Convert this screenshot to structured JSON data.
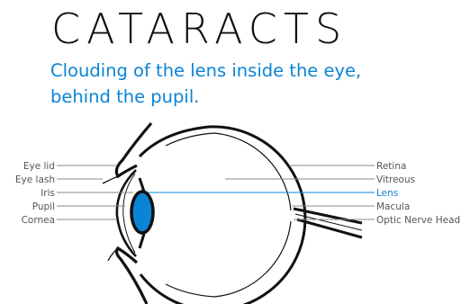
{
  "title": "CATARACTS",
  "subtitle_line1": "Clouding of the lens inside the eye,",
  "subtitle_line2": "behind the pupil.",
  "highlight_color": "#0a85d6",
  "labels_left": [
    "Eye lid",
    "Eye lash",
    "Iris",
    "Pupil",
    "Cornea"
  ],
  "labels_right": [
    "Retina",
    "Vitreous",
    "Lens",
    "Macula",
    "Optic Nerve Head"
  ],
  "highlighted_label": "Lens"
}
